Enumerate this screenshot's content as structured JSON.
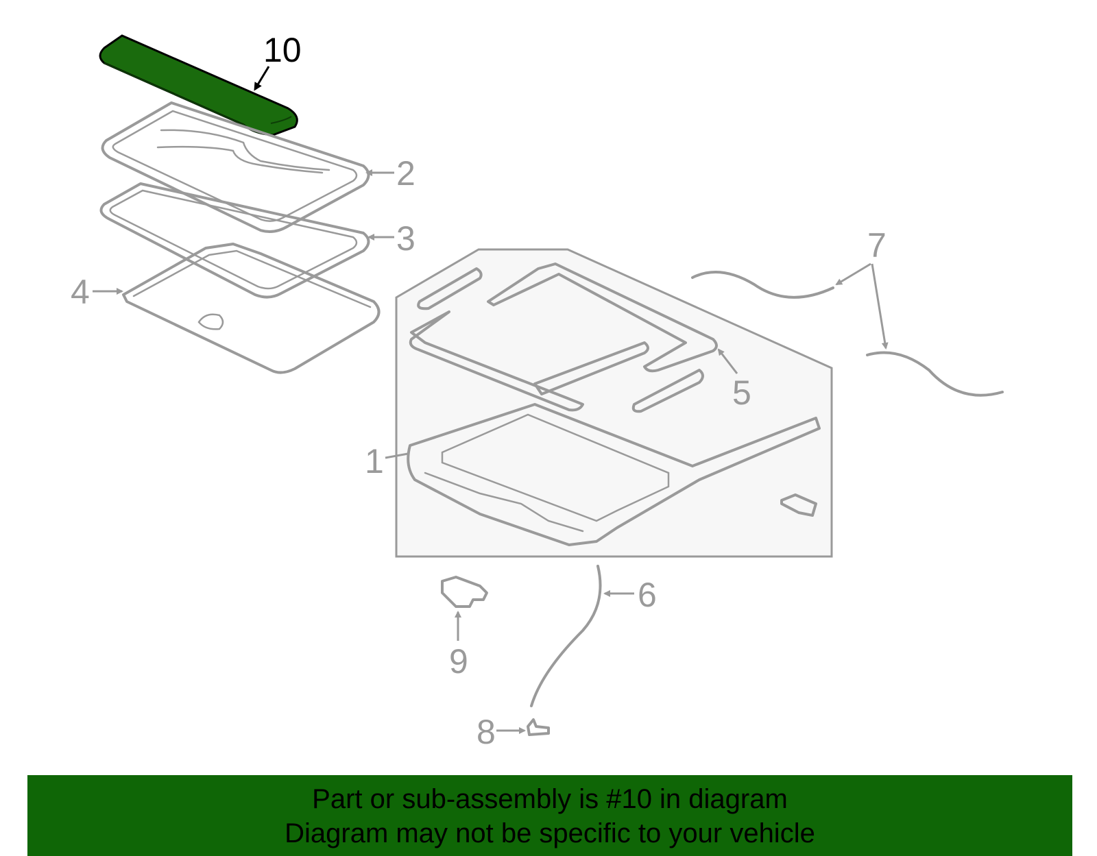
{
  "diagram": {
    "highlight_color": "#1a6b0d",
    "callouts": {
      "c1": "1",
      "c2": "2",
      "c3": "3",
      "c4": "4",
      "c5": "5",
      "c6": "6",
      "c7": "7",
      "c8": "8",
      "c9": "9",
      "c10": "10"
    }
  },
  "banner": {
    "line1": "Part or sub-assembly is #10 in diagram",
    "line2": "Diagram may not be specific to your vehicle",
    "background": "#0f6606"
  }
}
